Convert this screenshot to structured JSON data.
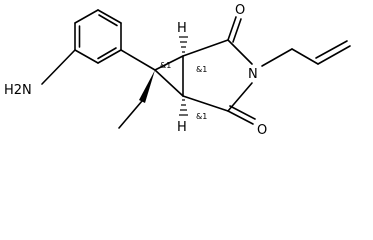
{
  "structure": {
    "atoms": {
      "amine": "H2N",
      "imide_nitrogen": "N",
      "carbonyl_oxygen_top": "O",
      "carbonyl_oxygen_bottom": "O",
      "hydrogen_top": "H",
      "hydrogen_bottom": "H"
    },
    "stereo_labels": {
      "quaternary_center": "&1",
      "top_bridgehead": "&1",
      "bottom_bridgehead": "&1"
    }
  }
}
